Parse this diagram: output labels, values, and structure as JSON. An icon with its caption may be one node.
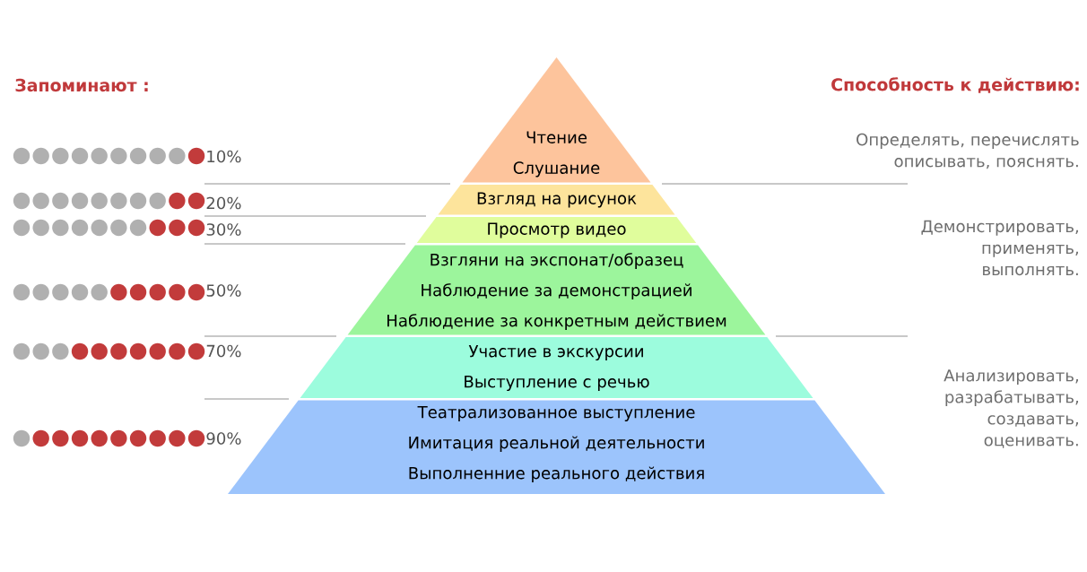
{
  "diagram": {
    "nodes": [
      {
        "text": [
          "Чтение",
          "Слушание"
        ]
      },
      {
        "text": [
          "Взгляд на рисунок"
        ]
      },
      {
        "text": [
          "Просмотр видео"
        ]
      },
      {
        "text": [
          "Взгляни на экспонат/образец",
          "Наблюдение за демонстрацией",
          "Наблюдение за конкретным действием"
        ]
      },
      {
        "text": [
          "Участие в экскурсии",
          "Выступление с речью"
        ]
      },
      {
        "text": [
          "Театрализованное выступление",
          "Имитация реальной деятельности",
          "Выполненние реального действия"
        ]
      }
    ],
    "labels": [
      "Запоминают :",
      "Способность к действию:",
      "10%",
      "Определять, перечислять описывать, пояснять.",
      "20%",
      "30%",
      "Демонстрировать, применять, выполнять.",
      "50%",
      "70%",
      "Анализировать, разрабатывать, создавать, оценивать.",
      "90%"
    ]
  }
}
